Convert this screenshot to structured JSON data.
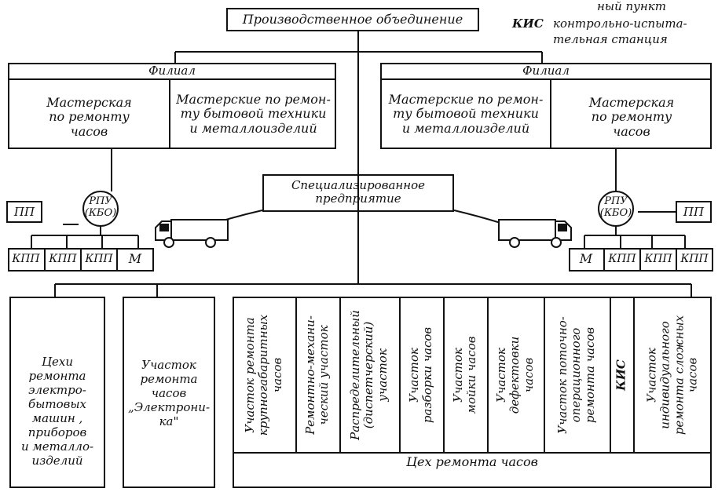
{
  "legend": {
    "line1": "ный пункт",
    "kis_abbr": "КИС",
    "kis_line1": "контрольно-испыта-",
    "kis_line2": "тельная станция"
  },
  "top": {
    "title": "Производственное объединение"
  },
  "left_branch": {
    "title": "Филиал",
    "workshop_watches": [
      "Мастерская",
      "по ремонту",
      "часов"
    ],
    "workshop_appliances": [
      "Мастерские по ремон-",
      "ту бытовой техники",
      "и металлоизделий"
    ]
  },
  "right_branch": {
    "title": "Филиал",
    "workshop_appliances": [
      "Мастерские по ремон-",
      "ту бытовой техники",
      "и металлоизделий"
    ],
    "workshop_watches": [
      "Мастерская",
      "по ремонту",
      "часов"
    ]
  },
  "specialized": [
    "Специализированное",
    "предприятие"
  ],
  "left_group": {
    "pp": "ПП",
    "rpu": [
      "РПУ",
      "(КБО)"
    ],
    "units": [
      "КПП",
      "КПП",
      "КПП",
      "М"
    ]
  },
  "right_group": {
    "pp": "ПП",
    "rpu": [
      "РПУ",
      "(КБО)"
    ],
    "units": [
      "М",
      "КПП",
      "КПП",
      "КПП"
    ]
  },
  "bottom": {
    "electro": [
      "Цехи",
      "ремонта",
      "электро-",
      "бытовых",
      "машин ,",
      "приборов",
      "и металло-",
      "изделий"
    ],
    "electronika": [
      "Участок",
      "ремонта",
      "часов",
      "„Электрони-",
      "ка\""
    ],
    "sections": [
      [
        "Участок ремонта",
        "крупногабаритных",
        "часов"
      ],
      [
        "Ремонтно-механи-",
        "ческий участок"
      ],
      [
        "Распределительный",
        "(диспетчерский)",
        "участок"
      ],
      [
        "Участок",
        "разборки часов"
      ],
      [
        "Участок",
        "мойки часов"
      ],
      [
        "Участок",
        "дефектовки",
        "часов"
      ],
      [
        "Участок поточно-",
        "операционного",
        "ремонта часов"
      ],
      [
        "КИС"
      ],
      [
        "Участок",
        "индивидуального",
        "ремонта сложных",
        "часов"
      ]
    ],
    "workshop": "Цех ремонта часов"
  }
}
